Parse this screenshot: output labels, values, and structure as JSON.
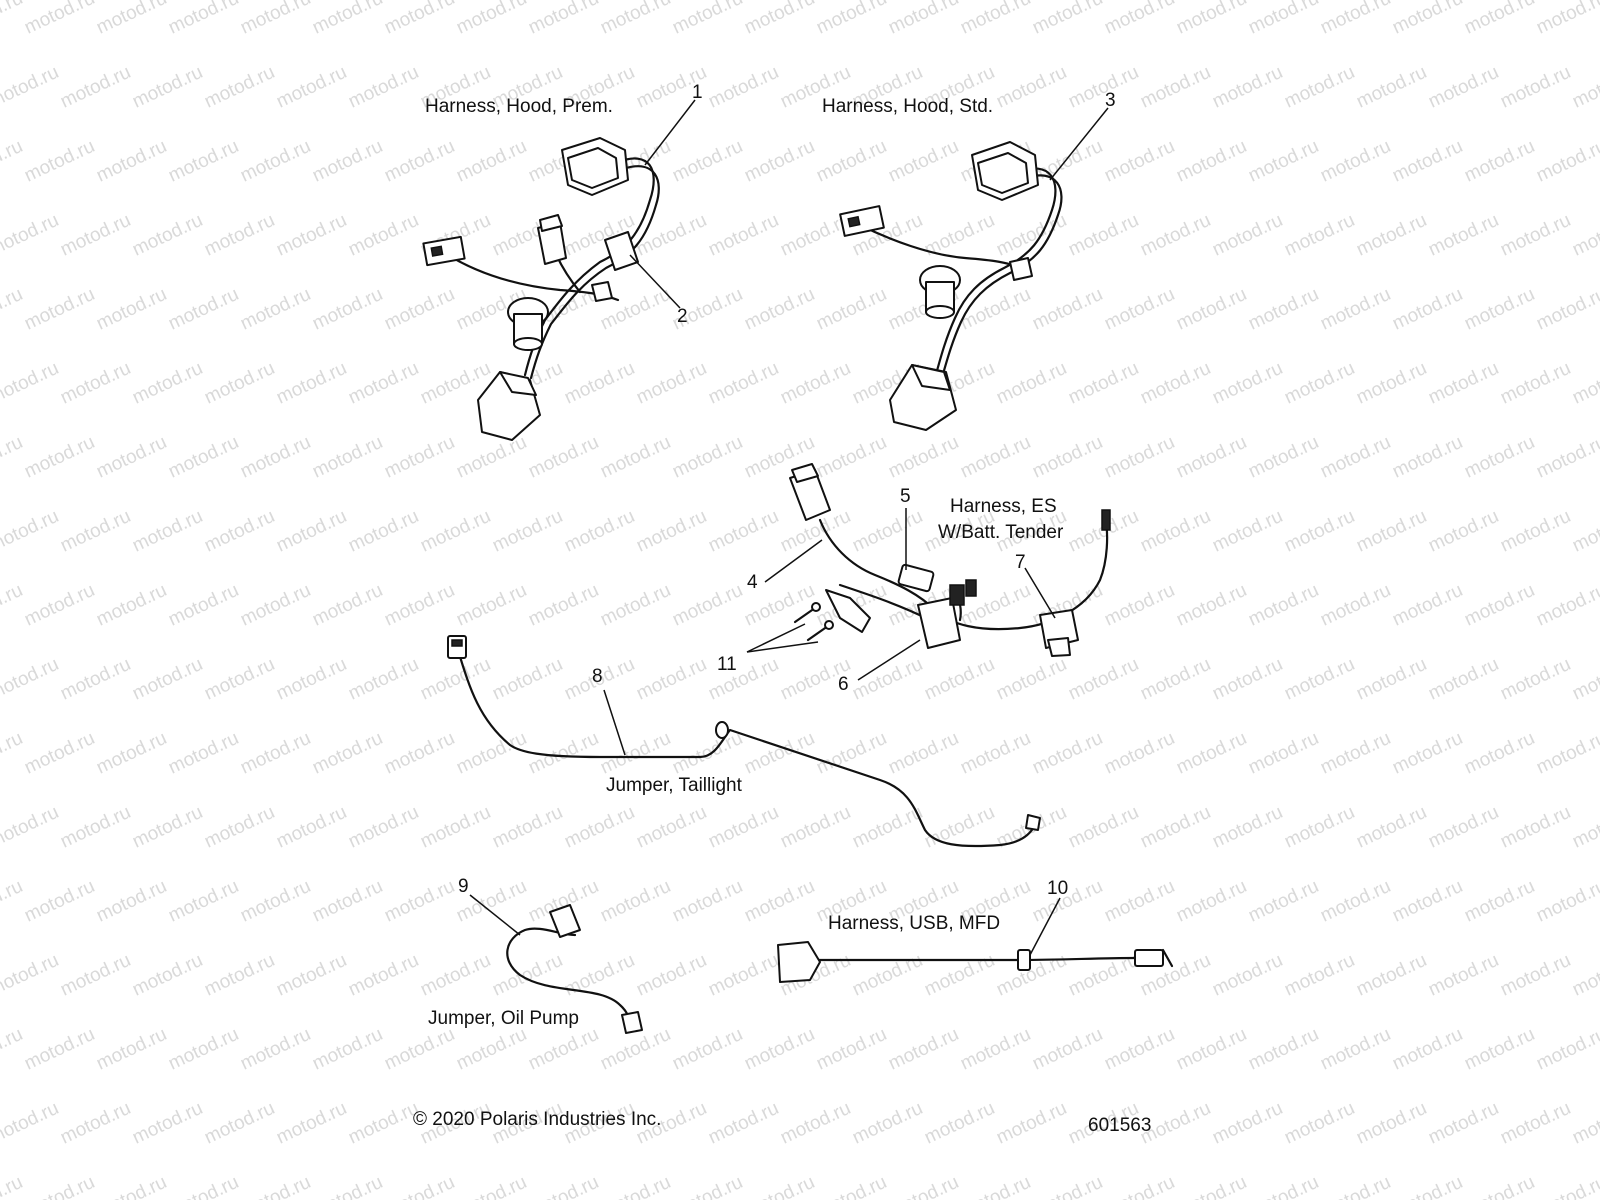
{
  "watermark": "motod.ru",
  "labels": {
    "hood_prem": "Harness, Hood, Prem.",
    "hood_std": "Harness, Hood, Std.",
    "es_line1": "Harness, ES",
    "es_line2": "W/Batt. Tender",
    "taillight": "Jumper, Taillight",
    "oil_pump": "Jumper, Oil Pump",
    "usb": "Harness, USB, MFD"
  },
  "callouts": [
    "1",
    "2",
    "3",
    "4",
    "5",
    "6",
    "7",
    "8",
    "9",
    "10",
    "11"
  ],
  "footer": {
    "copyright": "© 2020 Polaris Industries Inc.",
    "drawing_number": "601563"
  }
}
